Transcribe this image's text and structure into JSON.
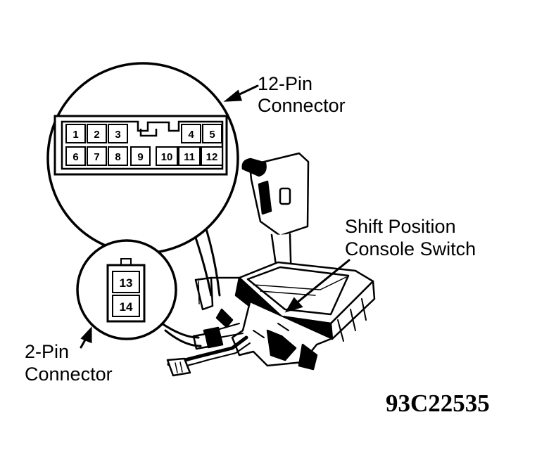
{
  "labels": {
    "connector_12_line1": "12-Pin",
    "connector_12_line2": "Connector",
    "switch_line1": "Shift Position",
    "switch_line2": "Console Switch",
    "connector_2_line1": "2-Pin",
    "connector_2_line2": "Connector",
    "figure_id": "93C22535"
  },
  "pins_12": [
    "1",
    "2",
    "3",
    "4",
    "5",
    "6",
    "7",
    "8",
    "9",
    "10",
    "11",
    "12"
  ],
  "pins_2": [
    "13",
    "14"
  ],
  "colors": {
    "ink": "#000000",
    "paper": "#ffffff"
  }
}
